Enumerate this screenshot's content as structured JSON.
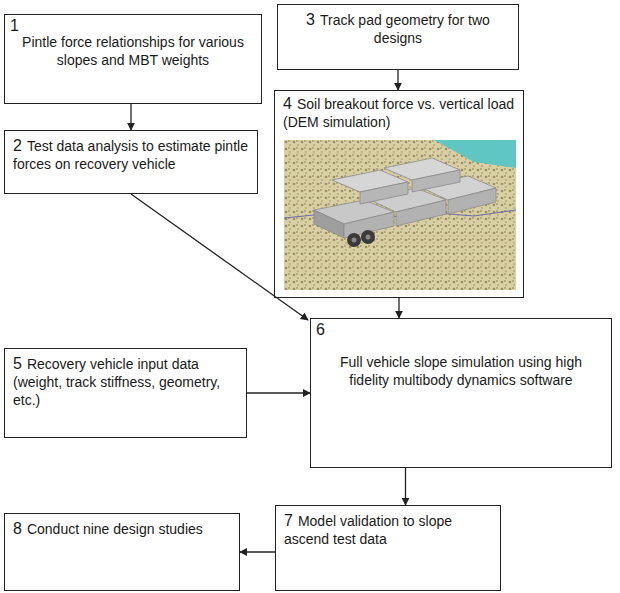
{
  "diagram": {
    "nodes": [
      {
        "text": [
          "1",
          "Pintle force relationships for various slopes and MBT weights"
        ]
      },
      {
        "text": [
          "2",
          "Test data analysis to estimate pintle forces on recovery vehicle"
        ]
      },
      {
        "text": [
          "3",
          "Track pad geometry for two designs"
        ]
      },
      {
        "text": [
          "4",
          "Soil breakout force vs. vertical load (DEM simulation)"
        ]
      },
      {
        "text": [
          "5",
          "Recovery vehicle input data (weight, track stiffness, geometry, etc.)"
        ]
      },
      {
        "text": [
          "6",
          "Full vehicle slope simulation using high fidelity multibody dynamics software"
        ]
      },
      {
        "text": [
          "7",
          "Model validation to slope ascend test data"
        ]
      },
      {
        "text": [
          "8",
          "Conduct nine design studies"
        ]
      }
    ],
    "edges": [
      {
        "from": 0,
        "to": 1,
        "arrow": "to"
      },
      {
        "from": 2,
        "to": 3,
        "arrow": "to"
      },
      {
        "from": 1,
        "to": 5,
        "arrow": "to"
      },
      {
        "from": 3,
        "to": 5,
        "arrow": "to"
      },
      {
        "from": 4,
        "to": 5,
        "arrow": "to"
      },
      {
        "from": 5,
        "to": 6,
        "arrow": "to"
      },
      {
        "from": 6,
        "to": 7,
        "arrow": "to"
      }
    ]
  }
}
